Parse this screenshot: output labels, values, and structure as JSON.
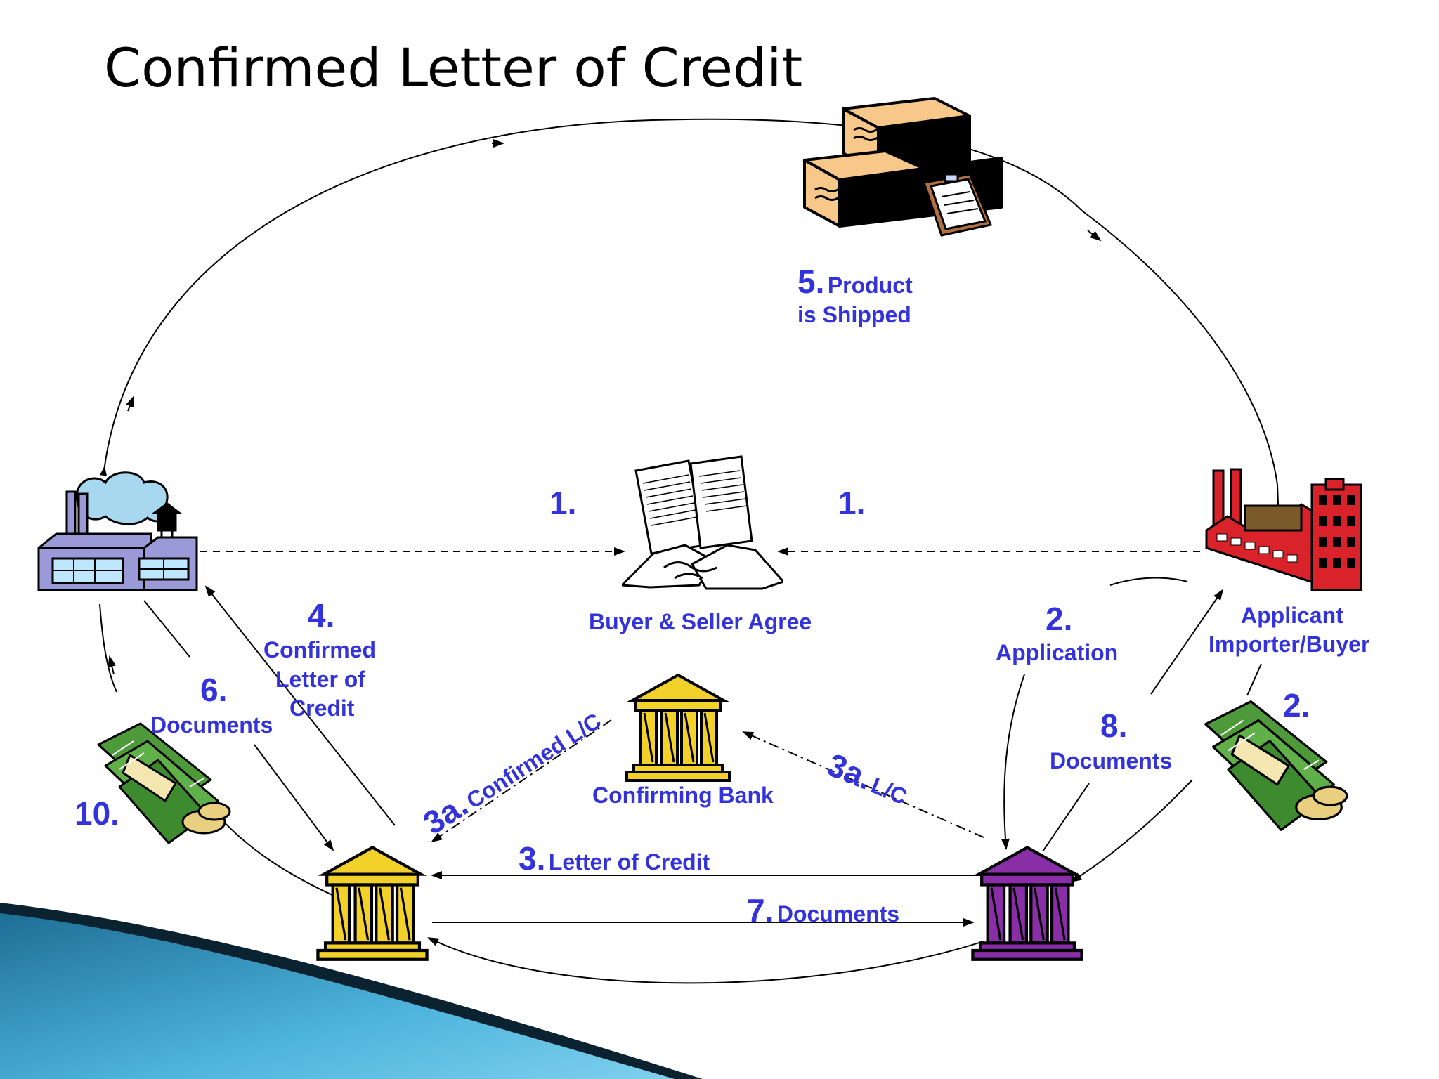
{
  "title": "Confirmed Letter of Credit",
  "step1_left": "1.",
  "step1_right": "1.",
  "agree_label": "Buyer & Seller Agree",
  "step5": {
    "num": "5.",
    "line1": "Product",
    "line2": "is Shipped"
  },
  "step2_app": {
    "num": "2.",
    "text": "Application"
  },
  "applicant": {
    "line1": "Applicant",
    "line2": "Importer/Buyer"
  },
  "step2_money": "2.",
  "step4": {
    "num": "4.",
    "line1": "Confirmed",
    "line2": "Letter of",
    "line3": "Credit"
  },
  "step6": {
    "num": "6.",
    "text": "Documents"
  },
  "step8": {
    "num": "8.",
    "text": "Documents"
  },
  "step10": "10.",
  "step3a_left": {
    "num": "3a.",
    "text": "Confirmed L/C"
  },
  "step3a_right": {
    "num": "3a.",
    "text": "L/C"
  },
  "confirming_bank": "Confirming Bank",
  "step3": {
    "num": "3.",
    "text": "Letter of Credit"
  },
  "step7": {
    "num": "7.",
    "text": "Documents"
  },
  "colors": {
    "label_blue": "#3333dd",
    "bank_gold": "#f2d22a",
    "bank_purple": "#8a2ea8",
    "factory_red": "#d9222a",
    "money_green": "#4e9a3a",
    "box_tan": "#f8c88a",
    "swoosh_teal": "#3a9cc8"
  },
  "icons": [
    "seller-factory-icon",
    "buyer-factory-icon",
    "handshake-contract-icon",
    "shipping-boxes-icon",
    "confirming-bank-icon",
    "advising-bank-icon",
    "issuing-bank-icon",
    "money-bundle-icon"
  ]
}
